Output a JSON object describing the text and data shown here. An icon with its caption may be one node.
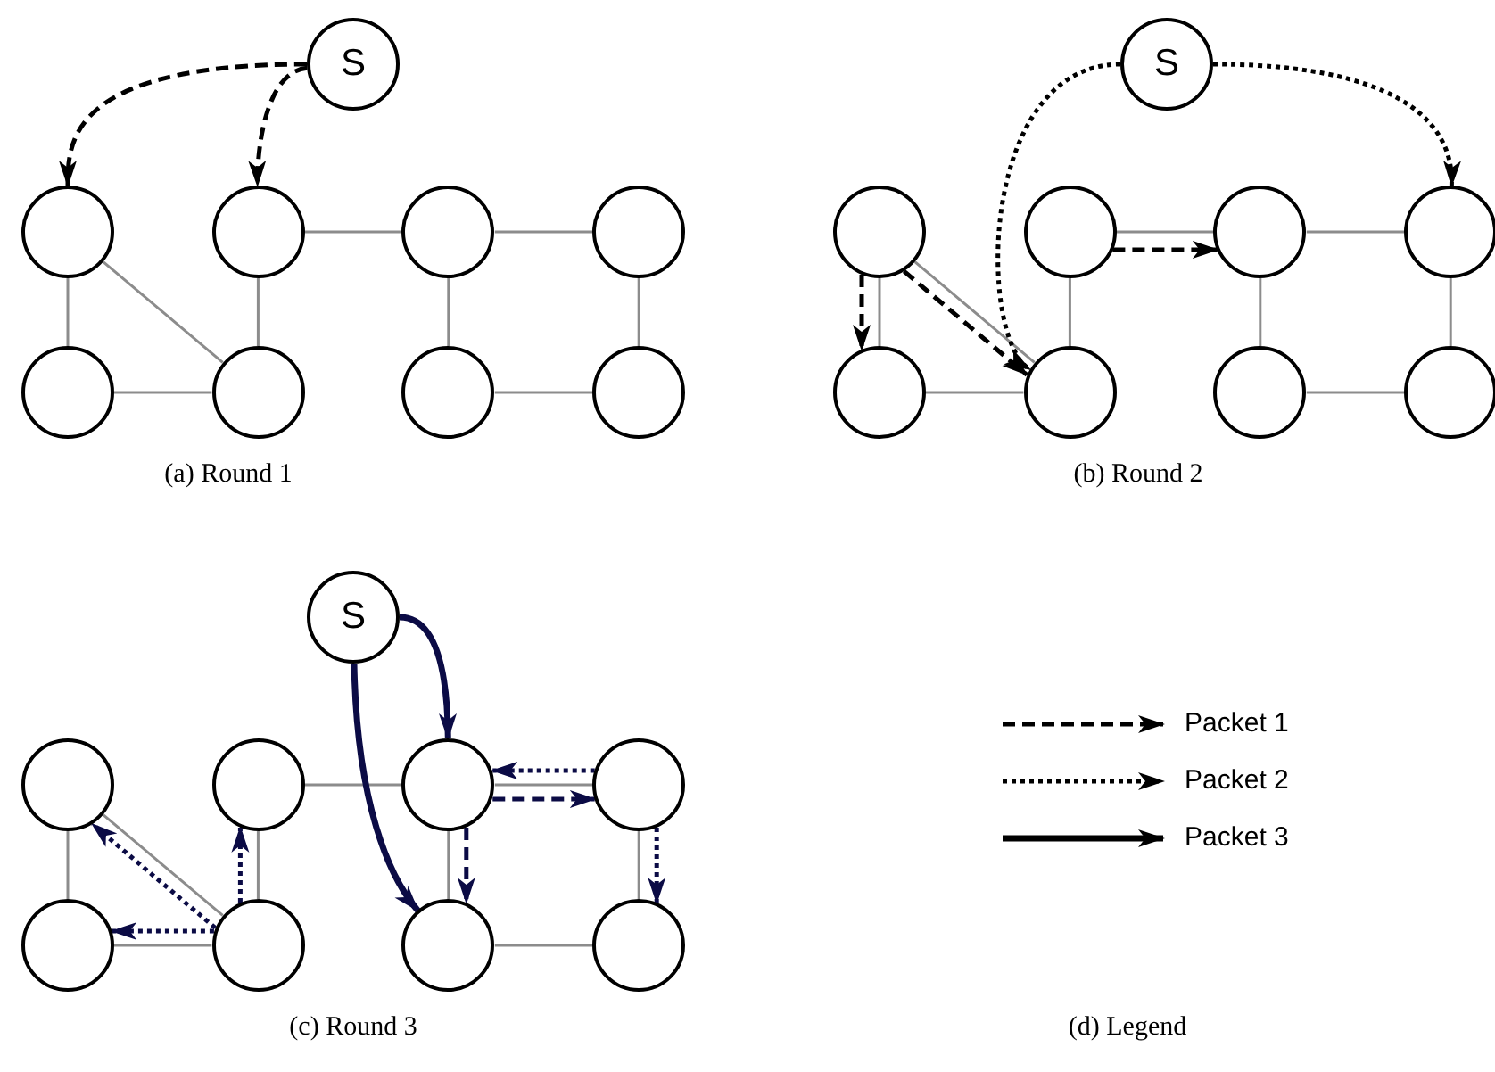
{
  "diagram": {
    "nodes": [
      {
        "text": [
          "S"
        ]
      },
      {
        "text": [],
        "shape": "circle"
      },
      {
        "text": [],
        "shape": "circle"
      },
      {
        "text": [],
        "shape": "circle"
      },
      {
        "text": [],
        "shape": "circle"
      },
      {
        "text": [],
        "shape": "circle"
      },
      {
        "text": [],
        "shape": "circle"
      },
      {
        "text": [],
        "shape": "circle"
      },
      {
        "text": [],
        "shape": "circle"
      },
      {
        "text": [
          "S"
        ]
      },
      {
        "text": [],
        "shape": "circle"
      },
      {
        "text": [],
        "shape": "circle"
      },
      {
        "text": [],
        "shape": "circle"
      },
      {
        "text": [],
        "shape": "circle"
      },
      {
        "text": [],
        "shape": "circle"
      },
      {
        "text": [],
        "shape": "circle"
      },
      {
        "text": [],
        "shape": "circle"
      },
      {
        "text": [],
        "shape": "circle"
      },
      {
        "text": [
          "S"
        ]
      },
      {
        "text": [],
        "shape": "circle"
      },
      {
        "text": [],
        "shape": "circle"
      },
      {
        "text": [],
        "shape": "circle"
      },
      {
        "text": [],
        "shape": "circle"
      },
      {
        "text": [],
        "shape": "circle"
      },
      {
        "text": [],
        "shape": "circle"
      },
      {
        "text": [],
        "shape": "circle"
      },
      {
        "text": [],
        "shape": "circle"
      }
    ],
    "edges": [
      {
        "from": 1,
        "to": 5,
        "arrow": "none"
      },
      {
        "from": 1,
        "to": 6,
        "arrow": "none"
      },
      {
        "from": 5,
        "to": 6,
        "arrow": "none"
      },
      {
        "from": 2,
        "to": 6,
        "arrow": "none"
      },
      {
        "from": 2,
        "to": 3,
        "arrow": "none"
      },
      {
        "from": 3,
        "to": 4,
        "arrow": "none"
      },
      {
        "from": 3,
        "to": 7,
        "arrow": "none"
      },
      {
        "from": 4,
        "to": 8,
        "arrow": "none"
      },
      {
        "from": 7,
        "to": 8,
        "arrow": "none"
      },
      {
        "from": 0,
        "to": 1,
        "arrow": "to",
        "style": "dashed",
        "color": "#000000"
      },
      {
        "from": 0,
        "to": 2,
        "arrow": "to",
        "style": "dashed",
        "color": "#000000"
      },
      {
        "from": 10,
        "to": 14,
        "arrow": "none"
      },
      {
        "from": 10,
        "to": 15,
        "arrow": "none"
      },
      {
        "from": 14,
        "to": 15,
        "arrow": "none"
      },
      {
        "from": 11,
        "to": 15,
        "arrow": "none"
      },
      {
        "from": 11,
        "to": 12,
        "arrow": "none"
      },
      {
        "from": 12,
        "to": 13,
        "arrow": "none"
      },
      {
        "from": 12,
        "to": 16,
        "arrow": "none"
      },
      {
        "from": 13,
        "to": 17,
        "arrow": "none"
      },
      {
        "from": 16,
        "to": 17,
        "arrow": "none"
      },
      {
        "from": 9,
        "to": 15,
        "arrow": "to",
        "style": "dashed",
        "color": "#000000"
      },
      {
        "from": 9,
        "to": 13,
        "arrow": "to",
        "style": "dashed",
        "color": "#000000"
      },
      {
        "from": 10,
        "to": 14,
        "arrow": "to",
        "style": "dashed",
        "color": "#000000"
      },
      {
        "from": 10,
        "to": 15,
        "arrow": "to",
        "style": "dashed",
        "color": "#000000"
      },
      {
        "from": 11,
        "to": 12,
        "arrow": "to",
        "style": "dashed",
        "color": "#000000"
      },
      {
        "from": 19,
        "to": 23,
        "arrow": "none"
      },
      {
        "from": 19,
        "to": 24,
        "arrow": "none"
      },
      {
        "from": 23,
        "to": 24,
        "arrow": "none"
      },
      {
        "from": 20,
        "to": 24,
        "arrow": "none"
      },
      {
        "from": 20,
        "to": 21,
        "arrow": "none"
      },
      {
        "from": 21,
        "to": 22,
        "arrow": "none"
      },
      {
        "from": 21,
        "to": 25,
        "arrow": "none"
      },
      {
        "from": 22,
        "to": 26,
        "arrow": "none"
      },
      {
        "from": 25,
        "to": 26,
        "arrow": "none"
      },
      {
        "from": 18,
        "to": 21,
        "arrow": "to",
        "style": "thick",
        "color": "#0b0b45"
      },
      {
        "from": 18,
        "to": 25,
        "arrow": "to",
        "style": "thick",
        "color": "#0b0b45"
      },
      {
        "from": 22,
        "to": 21,
        "arrow": "to",
        "style": "dashed",
        "color": "#0b0b45"
      },
      {
        "from": 21,
        "to": 22,
        "arrow": "to",
        "style": "dashed",
        "color": "#0b0b45"
      },
      {
        "from": 21,
        "to": 25,
        "arrow": "to",
        "style": "dashed",
        "color": "#0b0b45"
      },
      {
        "from": 22,
        "to": 26,
        "arrow": "to",
        "style": "dashed",
        "color": "#0b0b45"
      },
      {
        "from": 24,
        "to": 19,
        "arrow": "to",
        "style": "dashed",
        "color": "#0b0b45"
      },
      {
        "from": 24,
        "to": 23,
        "arrow": "to",
        "style": "dashed",
        "color": "#0b0b45"
      },
      {
        "from": 24,
        "to": 20,
        "arrow": "to",
        "style": "dashed",
        "color": "#0b0b45"
      }
    ],
    "labels": [
      "(a) Round 1",
      "(b) Round 2",
      "(c) Round 3",
      "(d) Legend"
    ],
    "legend": [
      {
        "text": "Packet 1"
      },
      {
        "text": "Packet 2"
      },
      {
        "text": "Packet 3"
      }
    ]
  }
}
